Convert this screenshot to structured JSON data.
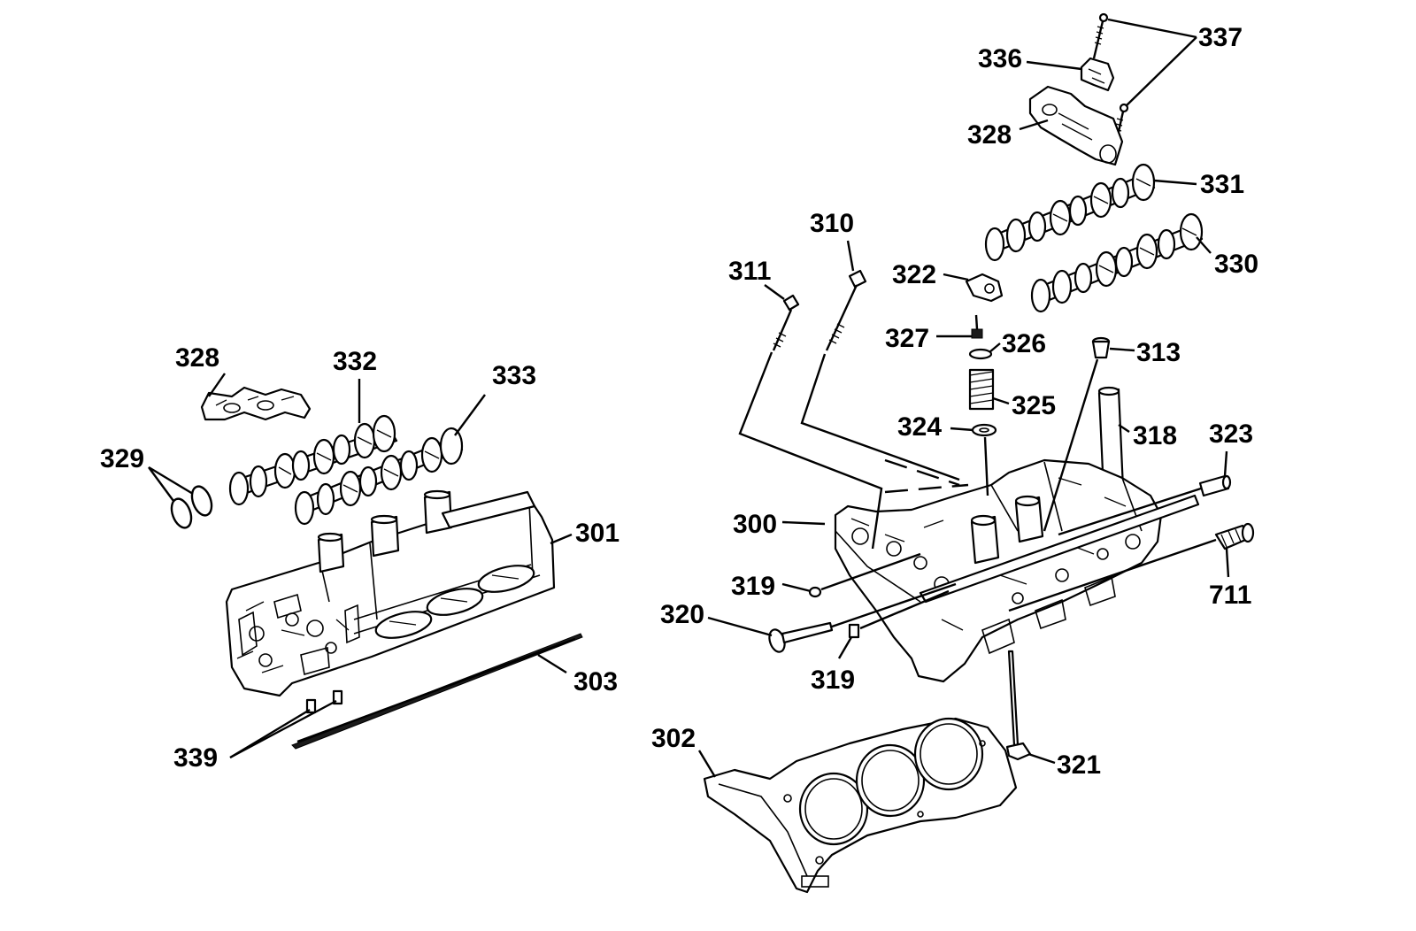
{
  "diagram": {
    "labels": {
      "l337": "337",
      "l336": "336",
      "l328_right": "328",
      "l331": "331",
      "l310": "310",
      "l330": "330",
      "l311": "311",
      "l322": "322",
      "l327": "327",
      "l326": "326",
      "l313": "313",
      "l328_left": "328",
      "l332": "332",
      "l333": "333",
      "l325": "325",
      "l324": "324",
      "l318": "318",
      "l323": "323",
      "l329": "329",
      "l301": "301",
      "l300": "300",
      "l319_upper": "319",
      "l711": "711",
      "l320": "320",
      "l303": "303",
      "l319_lower": "319",
      "l302": "302",
      "l321": "321",
      "l339": "339"
    }
  }
}
